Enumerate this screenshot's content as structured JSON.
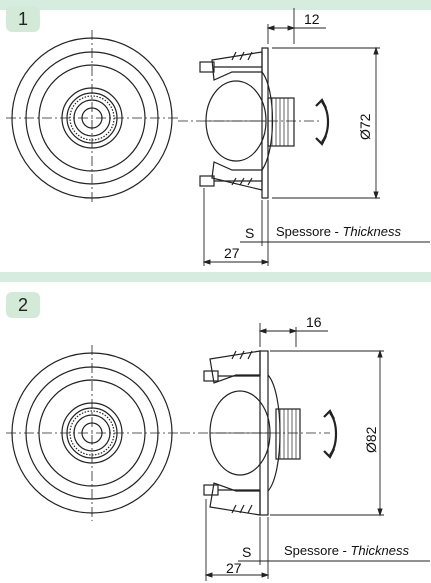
{
  "panels": [
    {
      "number": "1",
      "dim_top": "12",
      "dim_dia": "Ø72",
      "dim_bottom": "27",
      "s_label": "S",
      "thickness_prefix": "Spessore - ",
      "thickness_italic": "Thickness"
    },
    {
      "number": "2",
      "dim_top": "16",
      "dim_dia": "Ø82",
      "dim_bottom": "27",
      "s_label": "S",
      "thickness_prefix": "Spessore - ",
      "thickness_italic": "Thickness"
    }
  ],
  "colors": {
    "band": "#d6ecdf",
    "badge": "#d3ead9",
    "line": "#222222"
  }
}
